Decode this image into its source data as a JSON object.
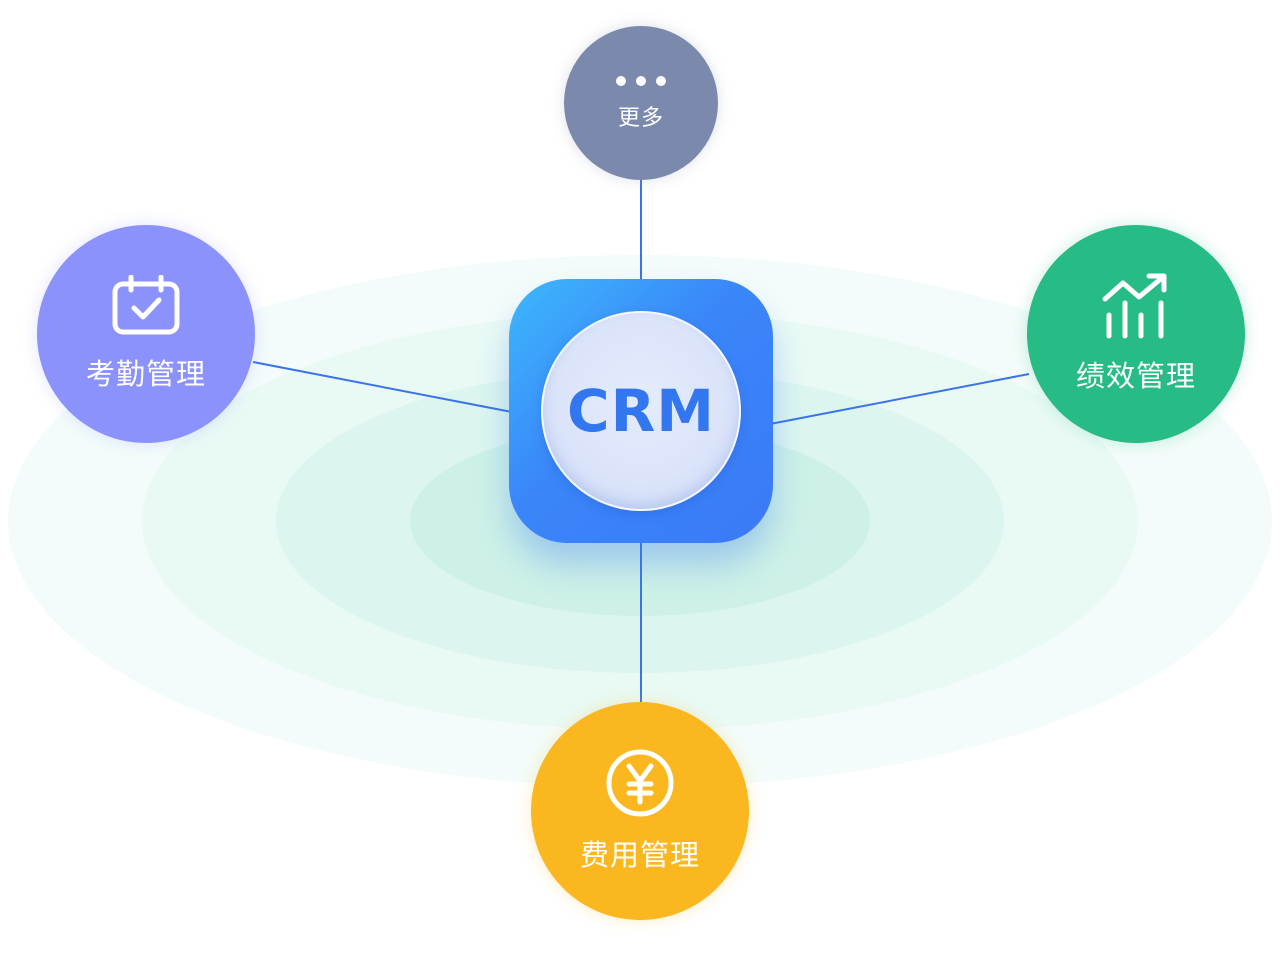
{
  "center": {
    "label": "CRM",
    "colors": {
      "tile_top": "#3db8fb",
      "tile_bottom": "#3b7af5",
      "text": "#3377f0"
    }
  },
  "nodes": {
    "more": {
      "label": "更多",
      "icon": "more-dots-icon",
      "color": "#7b89ad"
    },
    "attendance": {
      "label": "考勤管理",
      "icon": "calendar-check-icon",
      "color": "#8c92fb"
    },
    "performance": {
      "label": "绩效管理",
      "icon": "chart-trend-up-icon",
      "color": "#27bb86"
    },
    "expense": {
      "label": "费用管理",
      "icon": "yen-coin-icon",
      "color": "#fbb71f"
    }
  },
  "connector_color": "#3b74e8",
  "background_rings_color": "#dcf6ef"
}
